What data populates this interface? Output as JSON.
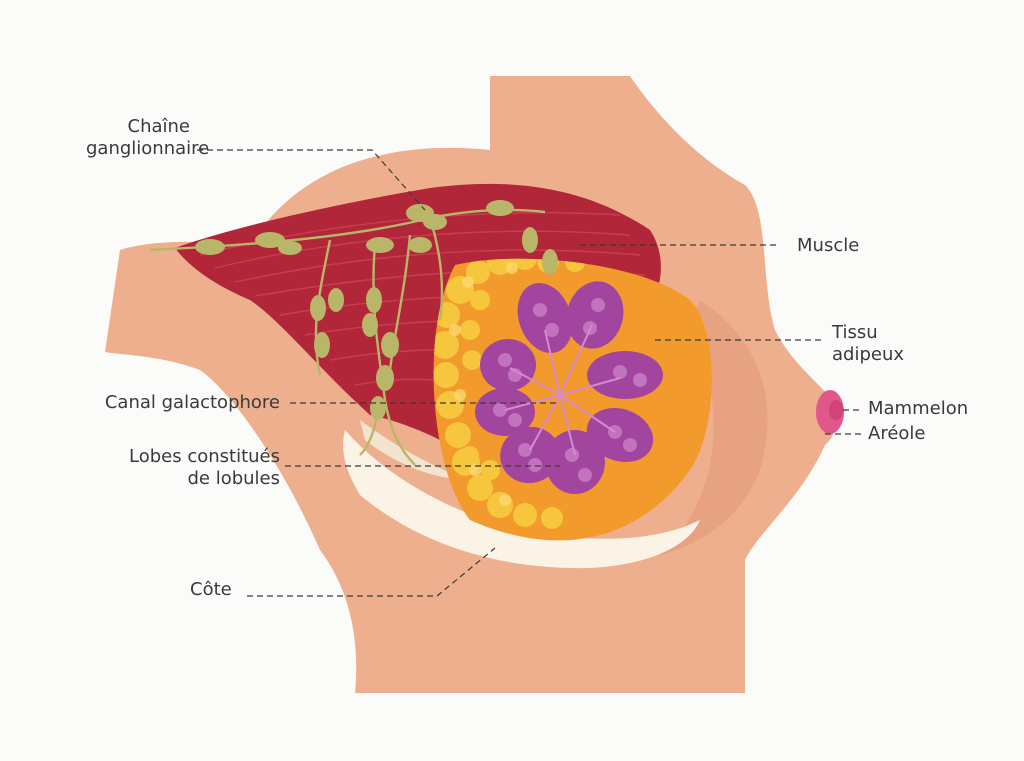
{
  "labels": {
    "chain_line1": "Chaîne",
    "chain_line2": "ganglionnaire",
    "muscle": "Muscle",
    "tissu_line1": "Tissu",
    "tissu_line2": "adipeux",
    "mammelon": "Mammelon",
    "areole": "Aréole",
    "canal": "Canal galactophore",
    "lobes_line1": "Lobes constitués",
    "lobes_line2": "de lobules",
    "cote": "Côte"
  },
  "colors": {
    "skin": "#eeaf8e",
    "skin_dark": "#e19a78",
    "muscle": "#b2263a",
    "fat_outer": "#f39a2c",
    "fat_yellow": "#f6c63c",
    "lobe": "#a2459f",
    "lobe_light": "#c77cc4",
    "node": "#b9b669",
    "nipple": "#e0578a",
    "rib": "#fbf3e6",
    "leader_line": "#3a3a3a"
  }
}
